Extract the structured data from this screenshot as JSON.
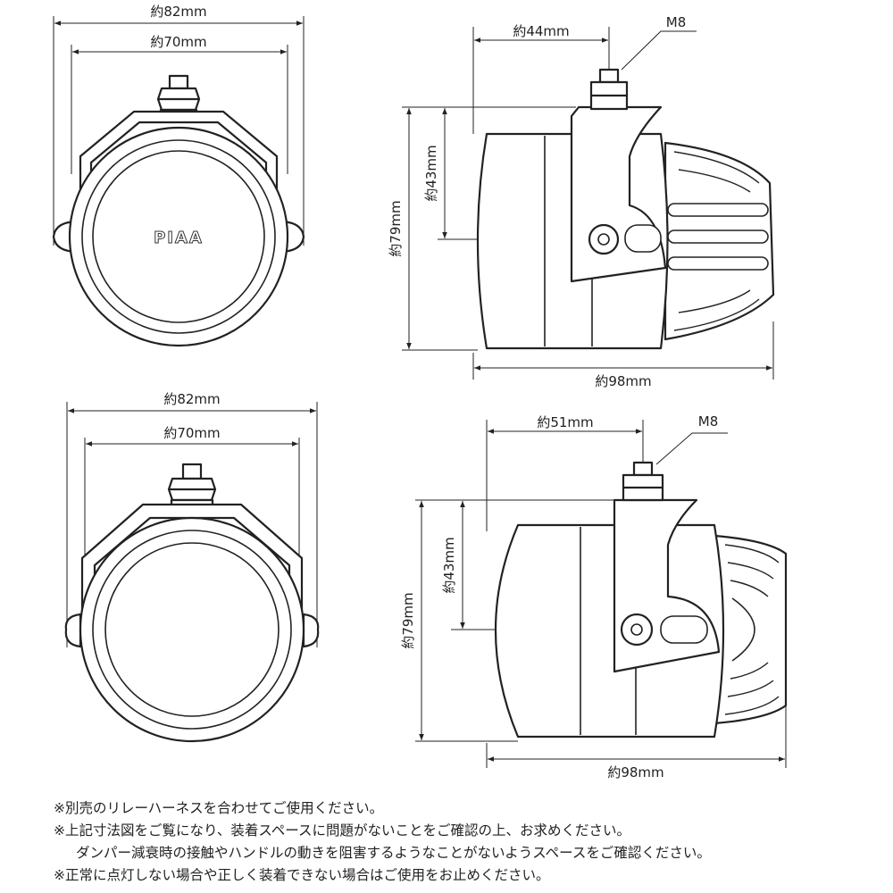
{
  "top_front": {
    "width_outer": "約82mm",
    "width_inner": "約70mm",
    "brand": "PIAA"
  },
  "top_side": {
    "depth_mount": "約44mm",
    "bolt": "M8",
    "height_total": "約79mm",
    "height_mount": "約43mm",
    "length": "約98mm"
  },
  "bottom_front": {
    "width_outer": "約82mm",
    "width_inner": "約70mm"
  },
  "bottom_side": {
    "depth_mount": "約51mm",
    "bolt": "M8",
    "height_total": "約79mm",
    "height_mount": "約43mm",
    "length": "約98mm"
  },
  "notes": [
    "※別売のリレーハーネスを合わせてご使用ください。",
    "※上記寸法図をご覧になり、装着スペースに問題がないことをご確認の上、お求めください。",
    "ダンパー減衰時の接触やハンドルの動きを阻害するようなことがないようスペースをご確認ください。",
    "※正常に点灯しない場合や正しく装着できない場合はご使用をお止めください。"
  ]
}
